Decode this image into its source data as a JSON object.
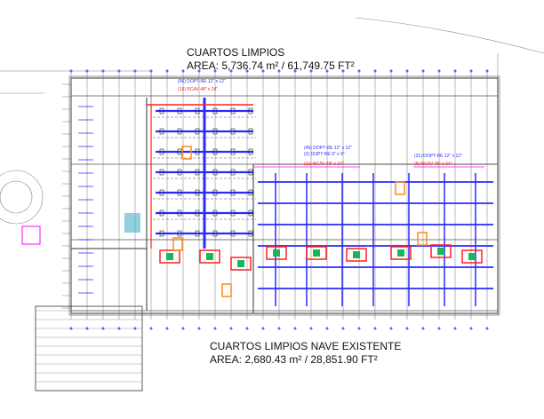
{
  "drawing": {
    "upper_area": {
      "name": "CUARTOS LIMPIOS",
      "area": "AREA: 5,736.74 m² / 61,749.75 FT²"
    },
    "lower_area": {
      "name": "CUARTOS LIMPIOS NAVE EXISTENTE",
      "area": "AREA: 2,680.43 m² / 28,851.90 FT²"
    },
    "tags": [
      {
        "text": "(56) DOPT-RE 12\" x 12\"",
        "color": "blue"
      },
      {
        "text": "(16) RCAV 48\" x 24\"",
        "color": "red"
      },
      {
        "text": "(45) DOPT-RE 12\" x 12\"",
        "color": "blue"
      },
      {
        "text": "(2) DOPT-RE 9\" x 9\"",
        "color": "blue"
      },
      {
        "text": "(11) RCAV 48\" x 24\"",
        "color": "red"
      },
      {
        "text": "(31) DOPT-RE 12\" x 12\"",
        "color": "blue"
      },
      {
        "text": "(9) RCAV 48\" x 24\"",
        "color": "red"
      }
    ],
    "colors": {
      "supply_duct": "#2a2aff",
      "return_duct": "#ff2020",
      "linework": "#333333",
      "equipment": "#ff8c1a",
      "accent": "#ff00ff"
    }
  }
}
